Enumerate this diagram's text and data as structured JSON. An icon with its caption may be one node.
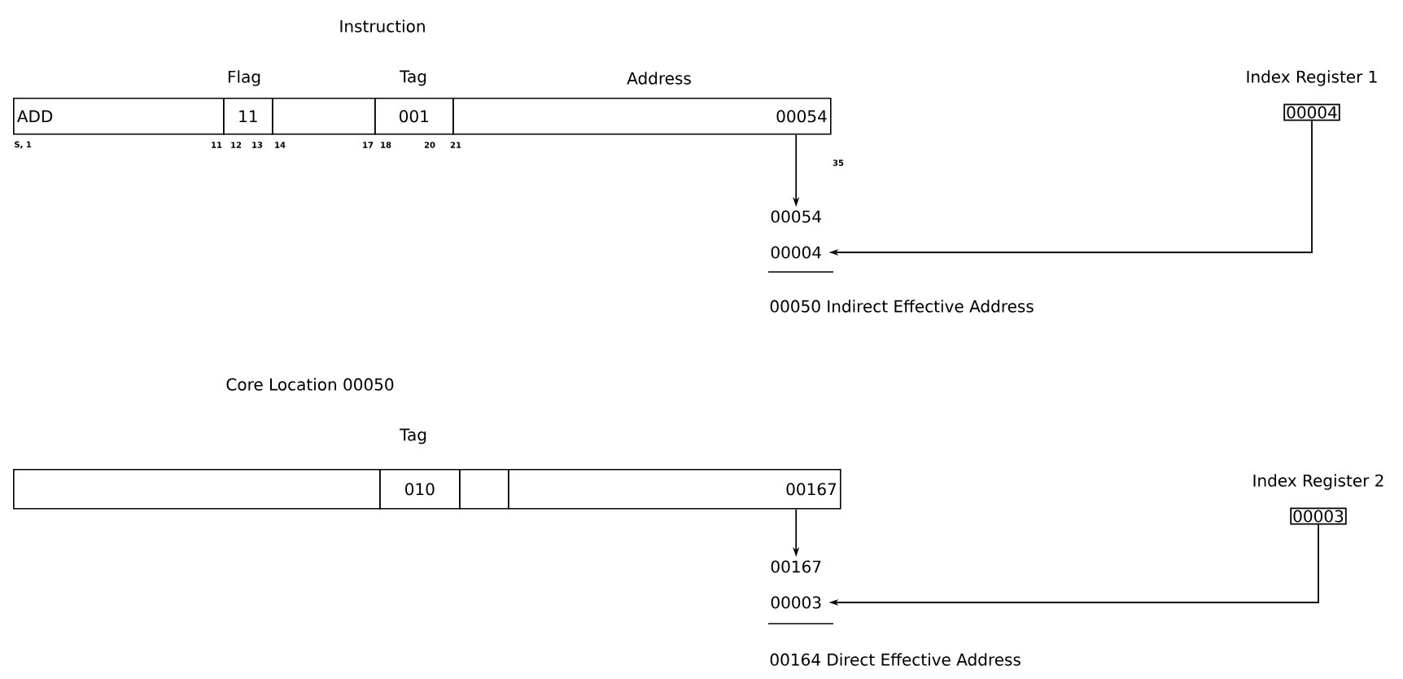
{
  "diagram": {
    "nodes": [
      {
        "text": [
          "ADD"
        ]
      },
      {
        "text": [
          "11"
        ]
      },
      {
        "text": [],
        "shape": "box"
      },
      {
        "text": [
          "001"
        ]
      },
      {
        "text": [
          "00054"
        ]
      },
      {
        "text": [
          "Index Register 1",
          "00004"
        ]
      },
      {
        "text": [
          "00054"
        ]
      },
      {
        "text": [
          "00004"
        ]
      },
      {
        "text": [],
        "shape": "box"
      },
      {
        "text": [
          "010"
        ]
      },
      {
        "text": [],
        "shape": "box"
      },
      {
        "text": [
          "00167"
        ]
      },
      {
        "text": [
          "Index Register 2",
          "00003"
        ]
      },
      {
        "text": [
          "00167"
        ]
      },
      {
        "text": [
          "00003"
        ]
      }
    ],
    "edges": [
      {
        "from": 4,
        "to": 6,
        "arrow": "to"
      },
      {
        "from": 5,
        "to": 7,
        "arrow": "to"
      },
      {
        "from": 11,
        "to": 13,
        "arrow": "to"
      },
      {
        "from": 12,
        "to": 14,
        "arrow": "to"
      }
    ],
    "labels": [
      "Instruction",
      "Flag",
      "Tag",
      "Address",
      "S, 1",
      "11",
      "12",
      "13",
      "14",
      "17",
      "18",
      "20",
      "21",
      "35",
      "00050  Indirect Effective Address",
      "Core Location  00050",
      "Tag",
      "00164  Direct Effective Address"
    ]
  }
}
